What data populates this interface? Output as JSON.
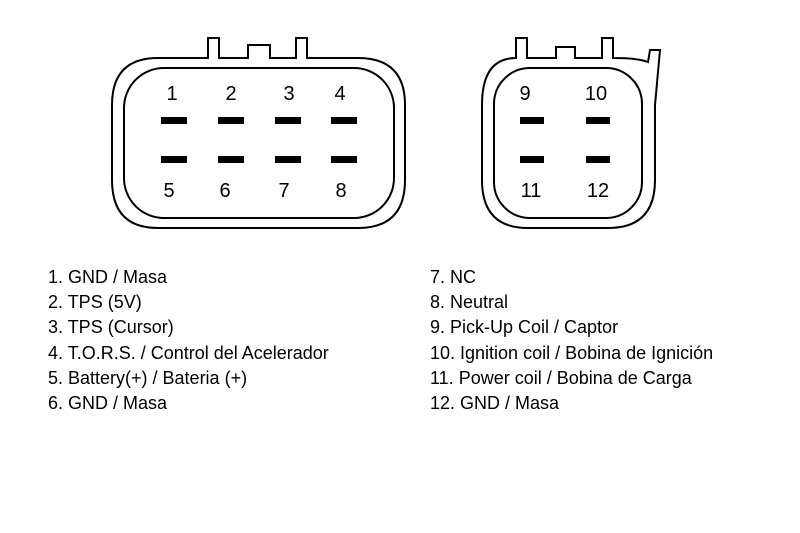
{
  "connector_a": {
    "top_row": [
      "1",
      "2",
      "3",
      "4"
    ],
    "bottom_row": [
      "5",
      "6",
      "7",
      "8"
    ]
  },
  "connector_b": {
    "top_row": [
      "9",
      "10"
    ],
    "bottom_row": [
      "11",
      "12"
    ]
  },
  "legend_left": [
    "1. GND / Masa",
    "2. TPS (5V)",
    "3. TPS (Cursor)",
    "4. T.O.R.S. / Control del Acelerador",
    "5. Battery(+) / Bateria (+)",
    "6. GND / Masa"
  ],
  "legend_right": [
    "7. NC",
    "8. Neutral",
    "9. Pick-Up Coil / Captor",
    "10. Ignition coil / Bobina de Ignición",
    "11. Power coil / Bobina de Carga",
    "12. GND / Masa"
  ]
}
